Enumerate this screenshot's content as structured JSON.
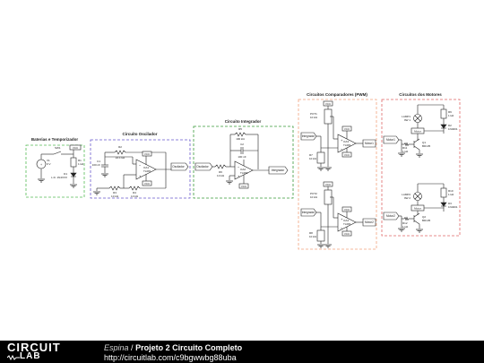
{
  "footer": {
    "logo_top": "CIRCUIT",
    "logo_bottom": "LAB",
    "user": "Espina",
    "separator": "/",
    "project": "Projeto 2 Circuito Completo",
    "url": "http://circuitlab.com/c9bgwwbg88uba"
  },
  "sections": {
    "bat": "Baterias e Temporizador",
    "osc": "Circuito Oscilador",
    "integ": "Circuito Integrador",
    "comp": "Circuitos Comparadores (PWM)",
    "mot": "Circuitos dos Motores"
  },
  "colors": {
    "bat": "#55bb55",
    "osc": "#6a5acd",
    "integ": "#3a9a3a",
    "comp": "#f2a47e",
    "mot": "#e06666"
  },
  "labels": {
    "v_bat": "V1",
    "v_bat_val": "9 V",
    "sw": "SW1",
    "r_bat": "R1",
    "r_bat_val": "1 kΩ",
    "led": "D1",
    "led_val": "L.D. 1N4XXX",
    "vcc": "VCC",
    "c_osc": "C1",
    "c_osc_val": "100 nF",
    "r_osc1": "R2",
    "r_osc1_val": "22.1 kΩ",
    "op_osc": "OA1",
    "op_osc_val": "TL081",
    "r_osc2": "R3",
    "r_osc2_val": "10 kΩ",
    "r_osc3": "R4",
    "r_osc3_val": "10 kΩ",
    "oscilador": "Oscilador",
    "oscilador_in": "Oscilador",
    "r_int1": "R5",
    "r_int1_val": "100 kΩ",
    "c_int": "C2",
    "c_int_val": "100 nF",
    "r_int_in": "R6",
    "r_int_in_val": "10 kΩ",
    "op_int": "OA2",
    "op_int_val": "TL081",
    "integrador": "Integrador",
    "integrador_in1": "Integrador",
    "integrador_in2": "Integrador",
    "pot1": "POT1",
    "pot1_val": "10 kΩ",
    "pot2": "POT2",
    "pot2_val": "10 kΩ",
    "op_c1": "OA3",
    "op_c1_val": "TL081",
    "op_c2": "OA4",
    "op_c2_val": "TL081",
    "r_c1": "R7",
    "r_c1_val": "10 kΩ",
    "r_c2": "R8",
    "r_c2_val": "10 kΩ",
    "pwm1": "Motor1",
    "pwm2": "Motor2",
    "m1_in": "Motor1",
    "m2_in": "Motor2",
    "lamp1": "LAMP1",
    "lamp1_val": "9W 1",
    "lamp2": "LAMP2",
    "lamp2_val": "9W 2",
    "motor1": "Motor",
    "motor2": "Motor",
    "r_m1": "R9",
    "r_m1_val": "1 kΩ",
    "r_m2": "R10",
    "r_m2_val": "1 kΩ",
    "d_m1": "D2",
    "d_m1_val": "1N4001",
    "d_m2": "D3",
    "d_m2_val": "1N4001",
    "q1": "Q1",
    "q1_val": "BD135",
    "q2": "Q2",
    "q2_val": "BD135",
    "r_b1": "R11",
    "r_b1_val": "1 kΩ",
    "r_b2": "R12",
    "r_b2_val": "1 kΩ"
  }
}
